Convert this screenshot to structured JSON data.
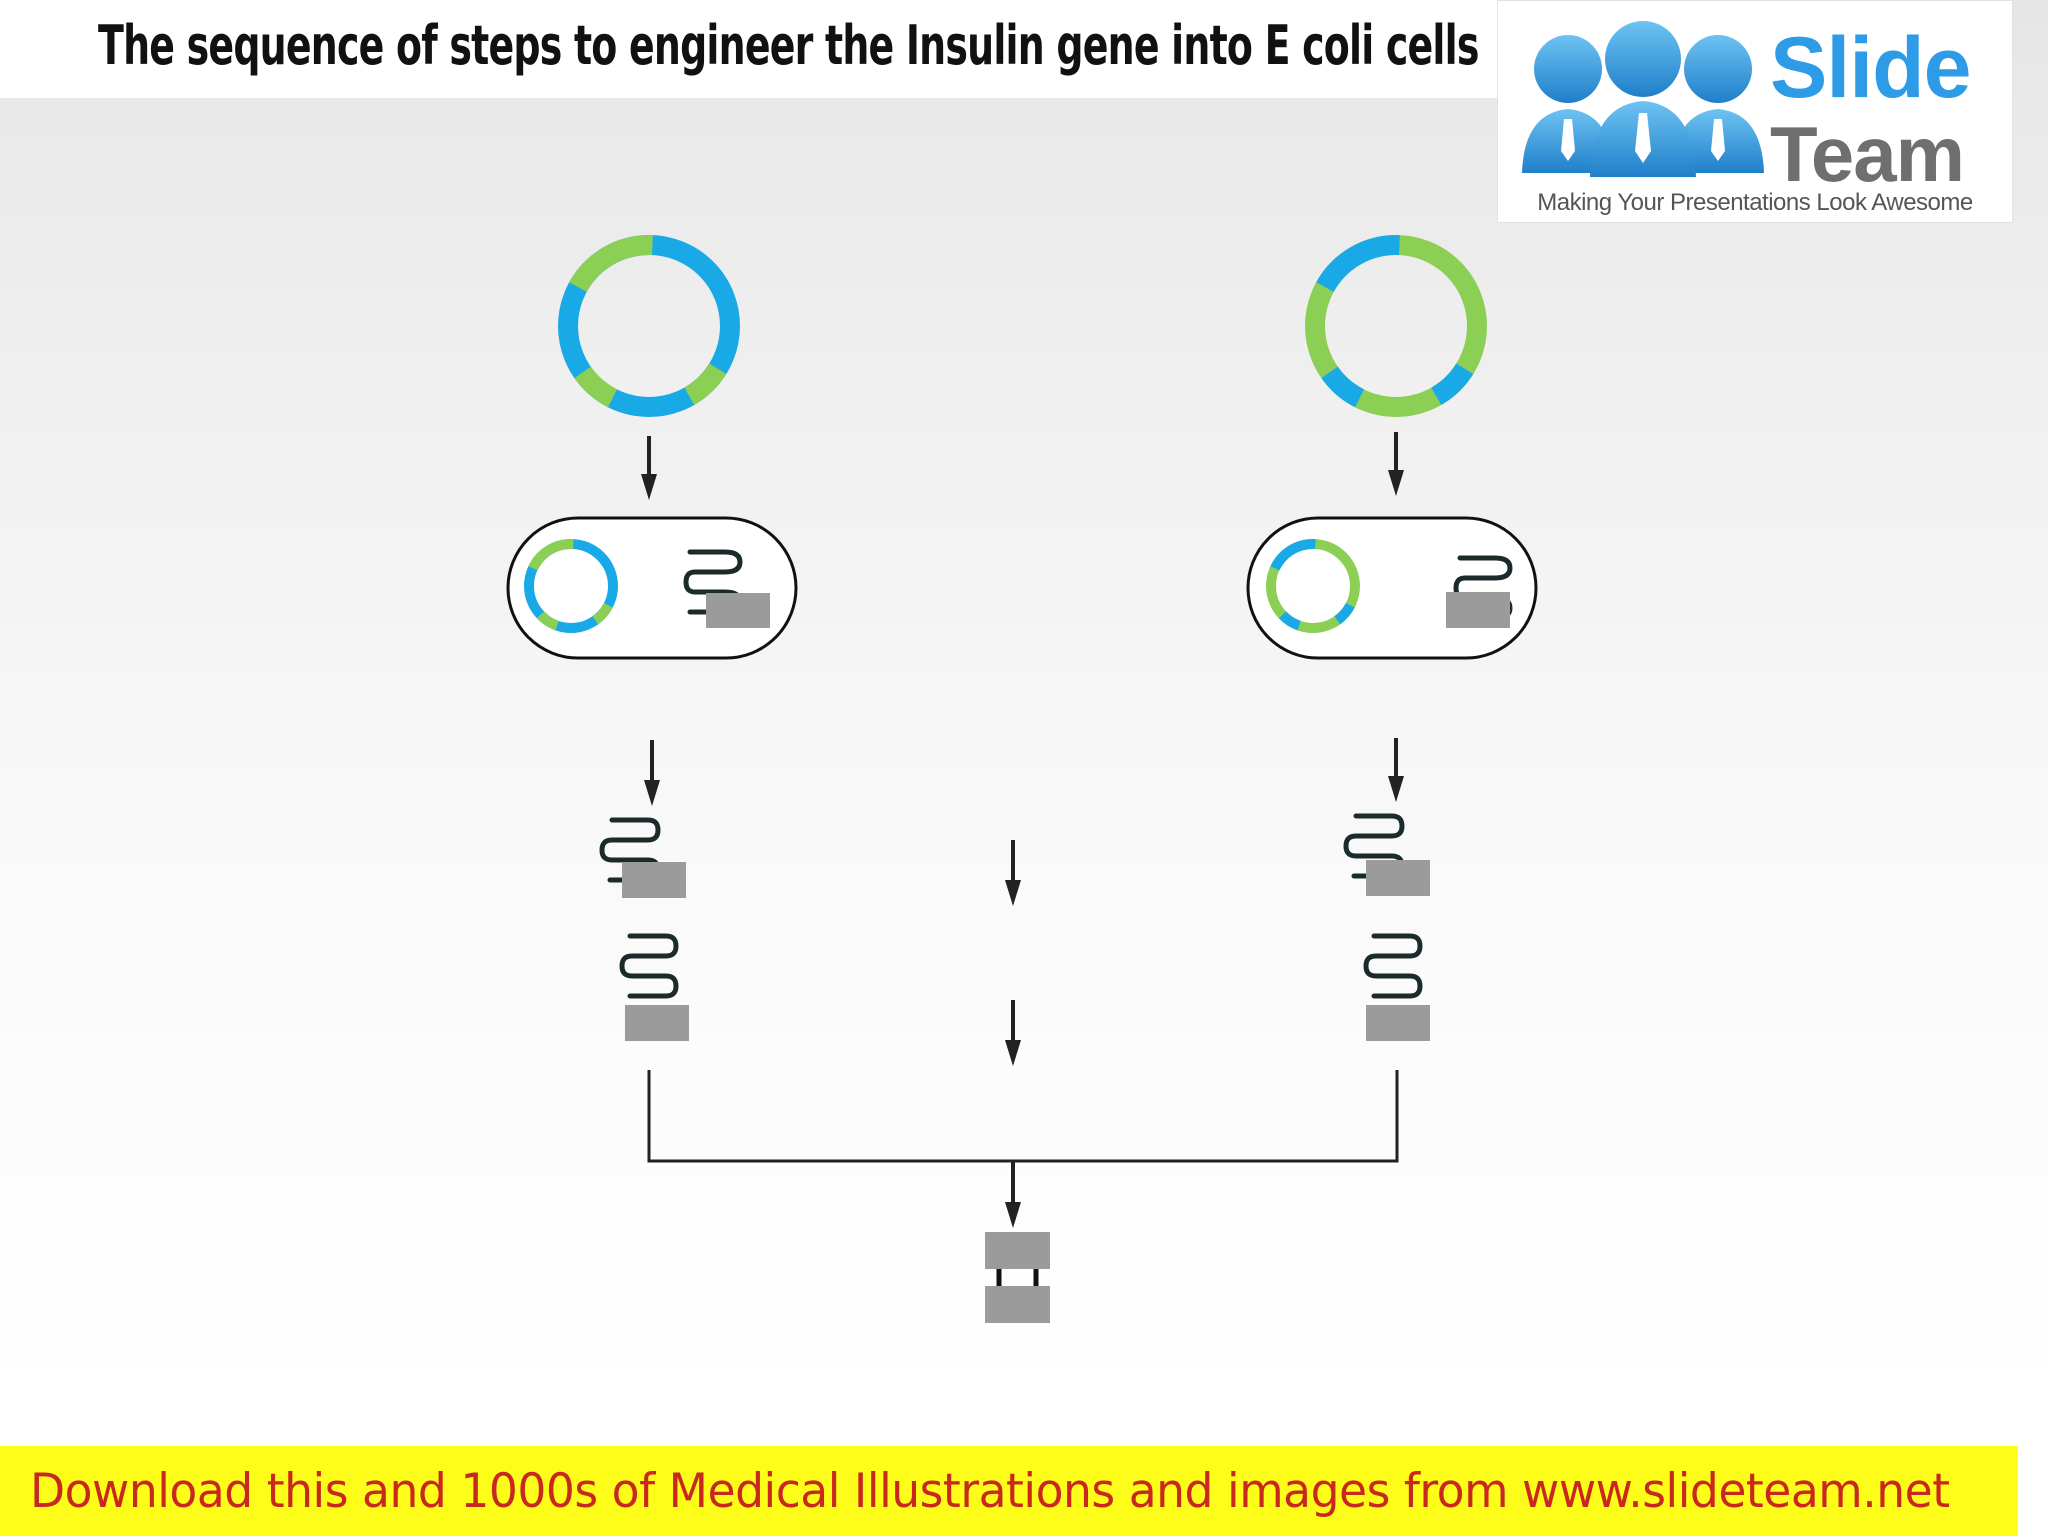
{
  "title": "The sequence of steps to engineer the Insulin gene into E coli cells",
  "logo": {
    "word1": "Slide",
    "word2": "Team",
    "tagline": "Making Your Presentations Look Awesome",
    "colors": {
      "blue": "#2e9be6",
      "gray": "#6f6f6f"
    }
  },
  "footer": {
    "text": "Download this and 1000s of Medical Illustrations and images from www.slideteam.net"
  },
  "colors": {
    "plasmid_blue": "#19a9e6",
    "plasmid_green": "#8ccf55",
    "arrow": "#222222",
    "gene_box": "#9b9b9b",
    "coil": "#1b2a2a",
    "footer_bg": "#fdfd19",
    "footer_text": "#c8281e"
  }
}
